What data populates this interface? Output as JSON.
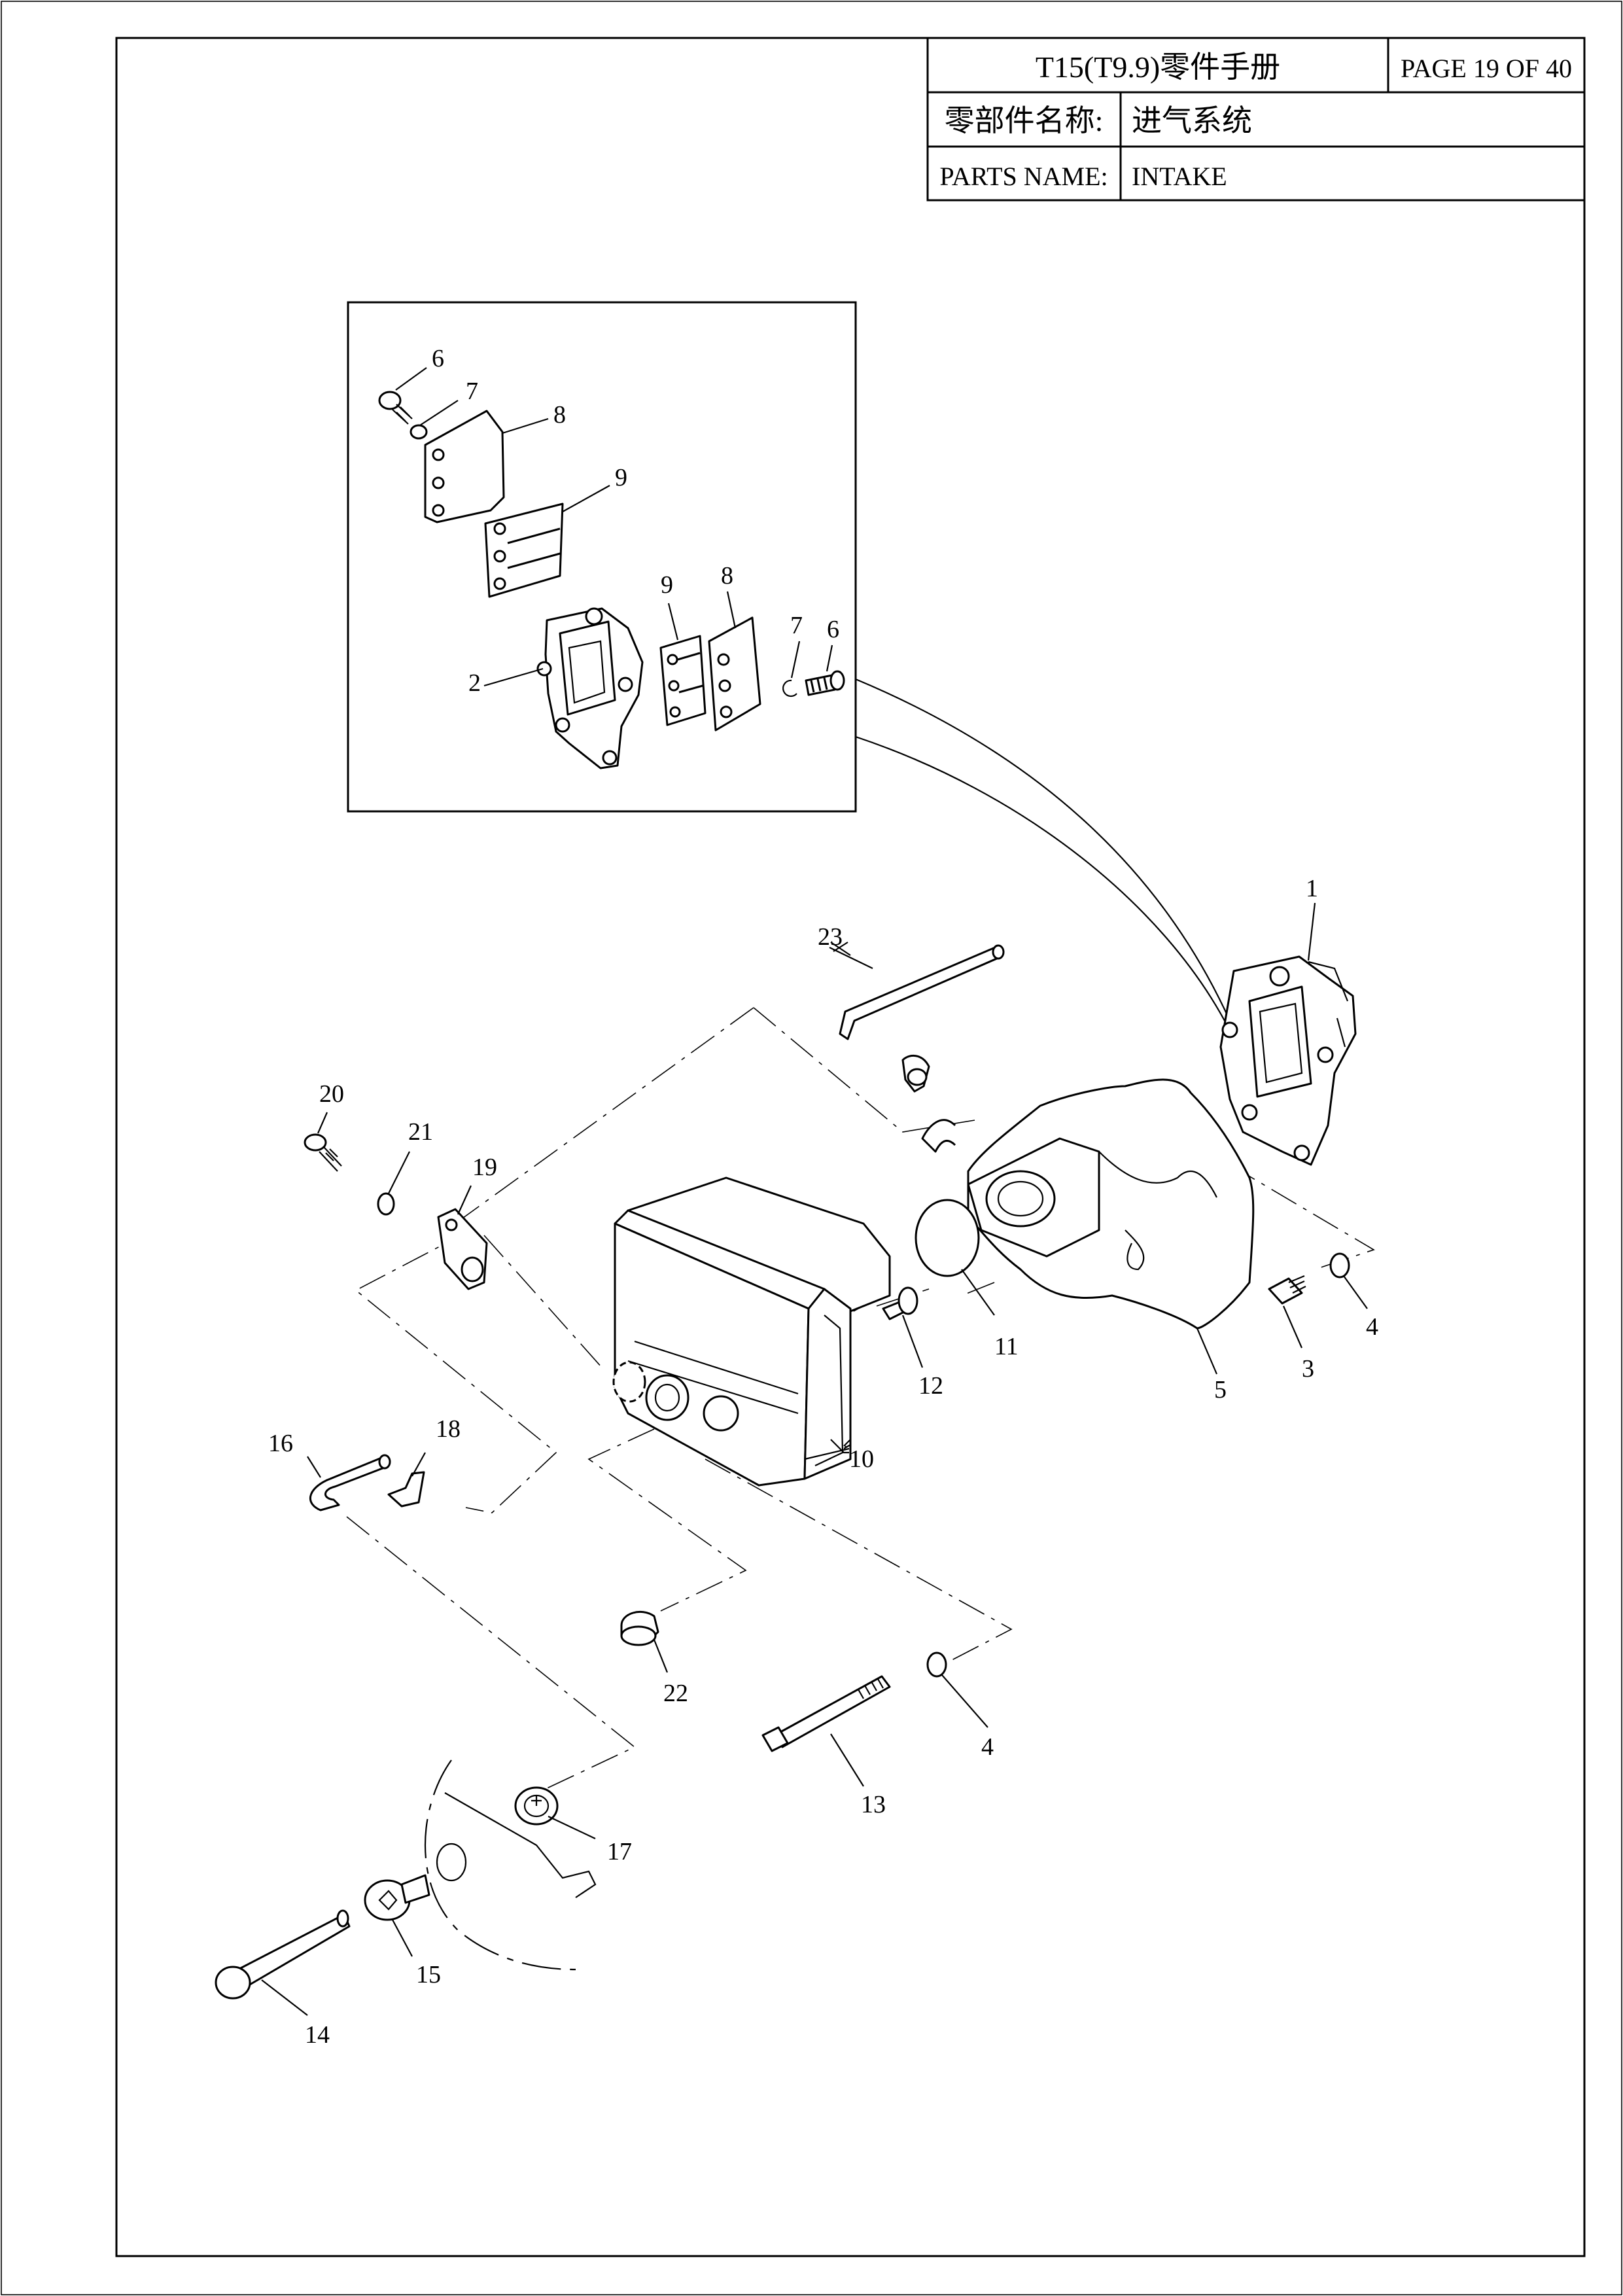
{
  "header": {
    "title": "T15(T9.9)零件手册",
    "page": "PAGE 19 OF 40",
    "name_cn_label": "零部件名称:",
    "name_cn_value": "进气系统",
    "name_en_label": "PARTS NAME:",
    "name_en_value": "INTAKE"
  },
  "callouts": {
    "inset": [
      "6",
      "7",
      "8",
      "9",
      "9",
      "8",
      "7",
      "6",
      "2"
    ],
    "main": [
      "1",
      "23",
      "20",
      "21",
      "19",
      "11",
      "12",
      "3",
      "4",
      "5",
      "10",
      "16",
      "18",
      "22",
      "13",
      "4",
      "17",
      "15",
      "14"
    ]
  }
}
